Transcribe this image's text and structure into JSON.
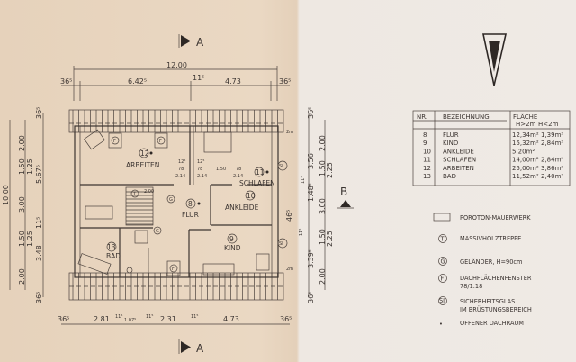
{
  "section_marker_a": {
    "label": "A"
  },
  "section_marker_b": {
    "label": "B"
  },
  "dimensions": {
    "top_total": "12.00",
    "top": [
      "36⁵",
      "6.42⁵",
      "11⁵",
      "4.73",
      "36⁵"
    ],
    "bottom": [
      "36⁵",
      "2.81",
      "11⁵",
      "1.07⁵",
      "11⁵",
      "2.31",
      "11⁵",
      "4.73",
      "36⁵"
    ],
    "left_total": "10.00",
    "left": [
      "2.00",
      "1.50",
      "1.25",
      "3.00",
      "1.50",
      "1.25",
      "2.00"
    ],
    "left_inner": [
      "36⁵",
      "5.67⁵",
      "11⁵",
      "3.48",
      "36⁵"
    ],
    "right": [
      "2.00",
      "1.50",
      "2.25",
      "3.00",
      "1.50",
      "2.25",
      "2.00"
    ],
    "right_inner": [
      "36⁵",
      "3.56",
      "1.48⁵",
      "46⁵",
      "3.39⁵",
      "36⁵",
      "11⁵",
      "11⁵"
    ],
    "height_line_label": "2m",
    "openings": [
      "12⁵",
      "78",
      "2.14",
      "12⁵",
      "78",
      "2.14",
      "1.50",
      "78",
      "2.14"
    ]
  },
  "rooms": [
    {
      "nr": "12",
      "name": "ARBEITEN"
    },
    {
      "nr": "11",
      "name": "SCHLAFEN"
    },
    {
      "nr": "10",
      "name": "ANKLEIDE"
    },
    {
      "nr": "8",
      "name": "FLUR"
    },
    {
      "nr": "9",
      "name": "KIND"
    },
    {
      "nr": "13",
      "name": "BAD"
    }
  ],
  "symbols": {
    "window": "F",
    "railing": "G",
    "stair": "T",
    "safety_glass": "SI",
    "stair_width": "2.00"
  },
  "area_table": {
    "headers": {
      "nr": "NR.",
      "name": "BEZEICHNUNG",
      "area": "FLÄCHE",
      "sub_high": "H>2m",
      "sub_low": "H<2m"
    },
    "rows": [
      {
        "nr": "8",
        "name": "FLUR",
        "high": "12,34m²",
        "low": "1,39m²"
      },
      {
        "nr": "9",
        "name": "KIND",
        "high": "15,32m²",
        "low": "2,84m²"
      },
      {
        "nr": "10",
        "name": "ANKLEIDE",
        "high": "5,20m²",
        "low": ""
      },
      {
        "nr": "11",
        "name": "SCHLAFEN",
        "high": "14,00m²",
        "low": "2,84m²"
      },
      {
        "nr": "12",
        "name": "ARBEITEN",
        "high": "25,00m²",
        "low": "3,86m²"
      },
      {
        "nr": "13",
        "name": "BAD",
        "high": "11,52m²",
        "low": "2,40m²"
      }
    ]
  },
  "legend": [
    {
      "symbol": "",
      "line1": "POROTON-MAUERWERK",
      "line2": ""
    },
    {
      "symbol": "T",
      "line1": "MASSIVHOLZTREPPE",
      "line2": ""
    },
    {
      "symbol": "G",
      "line1": "GELÄNDER, H=90cm",
      "line2": ""
    },
    {
      "symbol": "F",
      "line1": "DACHFLÄCHENFENSTER",
      "line2": "78/1.18"
    },
    {
      "symbol": "SI",
      "line1": "SICHERHEITSGLAS",
      "line2": "IM BRÜSTUNGSBEREICH"
    },
    {
      "symbol": "•",
      "line1": "OFFENER DACHRAUM",
      "line2": ""
    }
  ]
}
